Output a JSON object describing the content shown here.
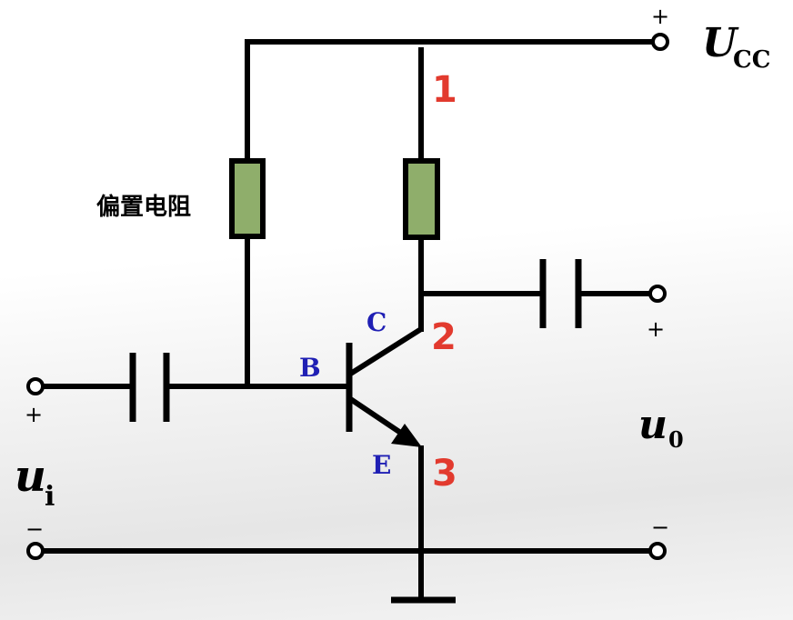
{
  "supply": {
    "symbol": "U",
    "subscript": "CC",
    "plus": "+"
  },
  "bias_resistor_label": "偏置电阻",
  "node_numbers": {
    "n1": "1",
    "n2": "2",
    "n3": "3"
  },
  "transistor_pins": {
    "b": "B",
    "c": "C",
    "e": "E"
  },
  "input": {
    "symbol": "u",
    "subscript": "i",
    "plus": "+",
    "minus": "−"
  },
  "output": {
    "symbol": "u",
    "subscript": "0",
    "plus": "+",
    "minus": "−"
  },
  "colors": {
    "resistor_fill": "#8fae6b",
    "node_number": "#e23a2e",
    "pin_label": "#1f1fb4"
  }
}
